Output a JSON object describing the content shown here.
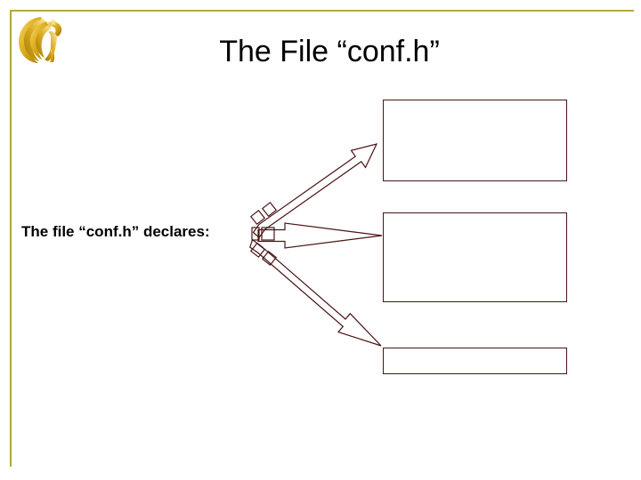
{
  "slide": {
    "title": "The File “conf.h”",
    "body_text": "The file “conf.h” declares:",
    "logo_name": "ucf-pegasus-logo",
    "background_color": "#ffffff"
  },
  "theme": {
    "frame_line_color": "#b5a642",
    "box_border_color": "#4a1414",
    "arrow_color": "#4a1414",
    "title_color": "#000000",
    "body_color": "#000000",
    "logo_gold_light": "#f2d45c",
    "logo_gold_mid": "#d8a81e",
    "logo_gold_dark": "#9c7408"
  },
  "boxes": [
    {
      "id": "box-1",
      "text": ""
    },
    {
      "id": "box-2",
      "text": ""
    },
    {
      "id": "box-3",
      "text": ""
    }
  ],
  "arrows": [
    {
      "id": "arrow-up",
      "from": "declares-origin",
      "to": "box-1"
    },
    {
      "id": "arrow-right",
      "from": "declares-origin",
      "to": "box-2"
    },
    {
      "id": "arrow-down",
      "from": "declares-origin",
      "to": "box-3"
    }
  ]
}
